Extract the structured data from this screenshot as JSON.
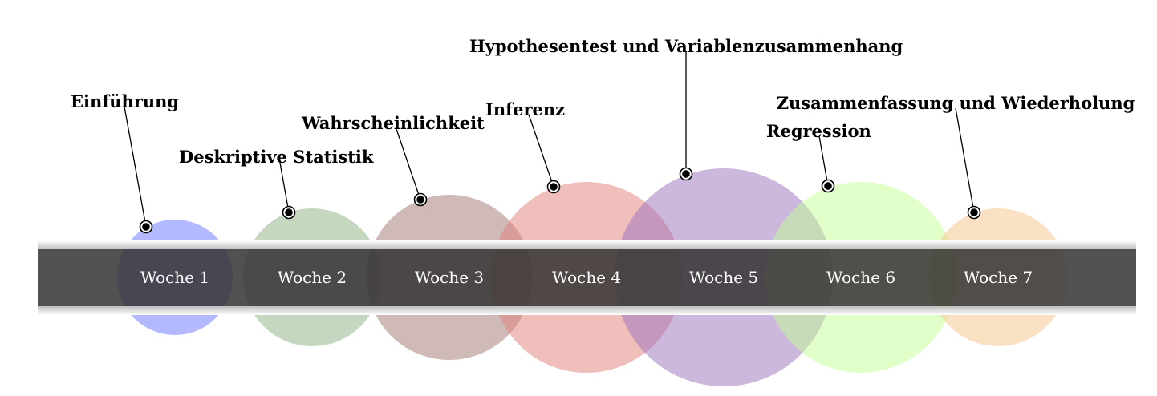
{
  "weeks": [
    {
      "label": "Woche 1",
      "topic": "Einführung",
      "color": "#6673ff"
    },
    {
      "label": "Woche 2",
      "topic": "Deskriptive Statistik",
      "color": "#8cb07f"
    },
    {
      "label": "Woche 3",
      "topic": "Wahrscheinlichkeit",
      "color": "#a07570"
    },
    {
      "label": "Woche 4",
      "topic": "Inferenz",
      "color": "#e27f7a"
    },
    {
      "label": "Woche 5",
      "topic": "Hypothesentest und Variablenzusammenhang",
      "color": "#9a6fbc"
    },
    {
      "label": "Woche 6",
      "topic": "Regression",
      "color": "#c3ff94"
    },
    {
      "label": "Woche 7",
      "topic": "Zusammenfassung und Wiederholung",
      "color": "#f7c38a"
    }
  ],
  "timeline": {
    "bar_color": "#333333",
    "edge_color": "#e0e0e0"
  }
}
